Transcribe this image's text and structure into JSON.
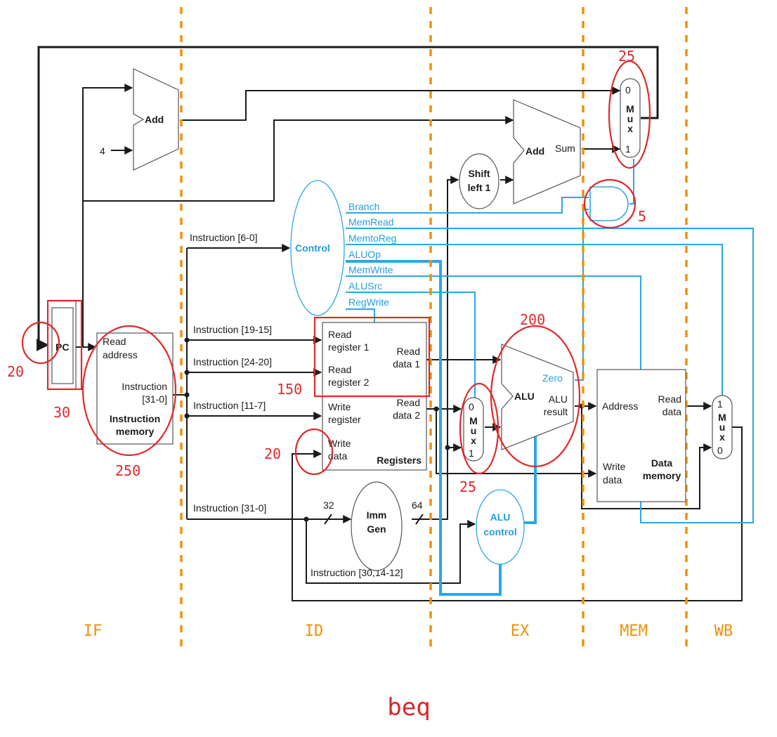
{
  "colors": {
    "datapath": "#1a1a1a",
    "control": "#2aa7e6",
    "stage_divider": "#f0900a",
    "annotation": "#e0282a"
  },
  "title": "beq",
  "stages": [
    "IF",
    "ID",
    "EX",
    "MEM",
    "WB"
  ],
  "blocks": {
    "pc": "PC",
    "add_top": "Add",
    "const_four": "4",
    "instr_mem": {
      "read_address_1": "Read",
      "read_address_2": "address",
      "instruction_1": "Instruction",
      "instruction_2": "[31-0]",
      "name_1": "Instruction",
      "name_2": "memory"
    },
    "control": "Control",
    "registers": {
      "read_reg1_1": "Read",
      "read_reg1_2": "register 1",
      "read_reg2_1": "Read",
      "read_reg2_2": "register 2",
      "write_reg_1": "Write",
      "write_reg_2": "register",
      "write_data_1": "Write",
      "write_data_2": "data",
      "read_data1_1": "Read",
      "read_data1_2": "data 1",
      "read_data2_1": "Read",
      "read_data2_2": "data 2",
      "name": "Registers"
    },
    "imm_gen": {
      "line1": "Imm",
      "line2": "Gen",
      "in_bits": "32",
      "out_bits": "64"
    },
    "shift_left": {
      "line1": "Shift",
      "line2": "left 1"
    },
    "add_branch": {
      "name": "Add",
      "sum": "Sum"
    },
    "mux_pc": {
      "in0": "0",
      "m": "M",
      "u": "u",
      "x": "x",
      "in1": "1"
    },
    "mux_alu": {
      "in0": "0",
      "m": "M",
      "u": "u",
      "x": "x",
      "in1": "1"
    },
    "mux_wb": {
      "in1": "1",
      "m": "M",
      "u": "u",
      "x": "x",
      "in0": "0"
    },
    "alu": {
      "name": "ALU",
      "zero": "Zero",
      "result_1": "ALU",
      "result_2": "result"
    },
    "alu_control": {
      "line1": "ALU",
      "line2": "control"
    },
    "data_mem": {
      "address": "Address",
      "read_data_1": "Read",
      "read_data_2": "data",
      "write_data_1": "Write",
      "write_data_2": "data",
      "name_1": "Data",
      "name_2": "memory"
    }
  },
  "control_signals": [
    "Branch",
    "MemRead",
    "MemtoReg",
    "ALUOp",
    "MemWrite",
    "ALUSrc",
    "RegWrite"
  ],
  "instruction_fields": {
    "f6_0": "Instruction [6-0]",
    "f19_15": "Instruction [19-15]",
    "f24_20": "Instruction [24-20]",
    "f11_7": "Instruction [11-7]",
    "f31_0": "Instruction [31-0]",
    "f30_14_12": "Instruction [30,14-12]"
  },
  "annotations": {
    "pc_write": "20",
    "pc_read": "30",
    "instr_mem": "250",
    "reg_read": "150",
    "reg_write": "20",
    "alu": "200",
    "mux_alu": "25",
    "mux_pc": "25",
    "and_gate": "5"
  }
}
